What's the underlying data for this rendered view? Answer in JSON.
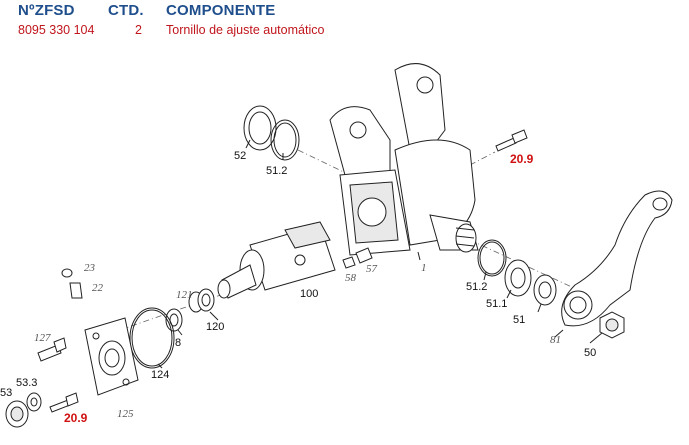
{
  "header": {
    "col_part_number": "NºZFSD",
    "col_quantity": "CTD.",
    "col_component": "COMPONENTE"
  },
  "row": {
    "part_number": "8095 330 104",
    "quantity": "2",
    "component": "Tornillo de ajuste automático"
  },
  "callouts": {
    "c52": "52",
    "c51_2_top": "51.2",
    "c20_9_top": "20.9",
    "c23": "23",
    "c22": "22",
    "c57": "57",
    "c58": "58",
    "c1": "1",
    "c100": "100",
    "c121": "121",
    "c120": "120",
    "c51_2_bottom": "51.2",
    "c51_1": "51.1",
    "c51": "51",
    "c81": "81",
    "c50": "50",
    "c127": "127",
    "c8": "8",
    "c124": "124",
    "c53": "53",
    "c53_3": "53.3",
    "c20_9_bottom": "20.9",
    "c125": "125"
  }
}
